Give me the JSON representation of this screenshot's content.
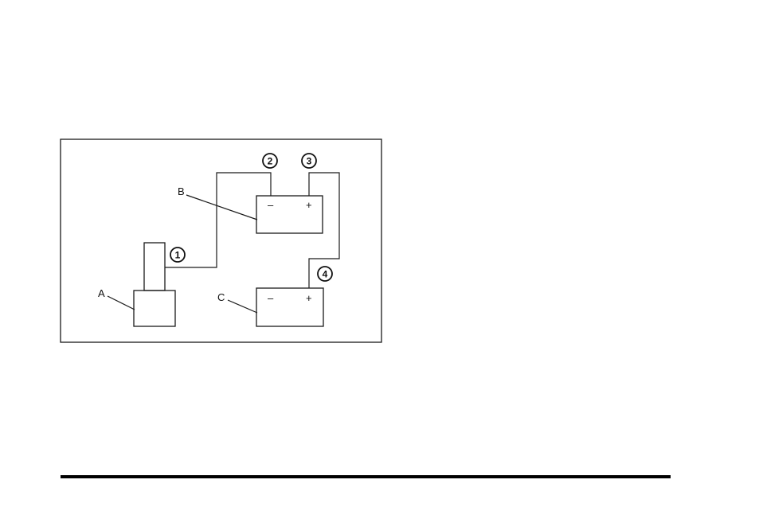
{
  "diagram": {
    "labels": {
      "a": "A",
      "b": "B",
      "c": "C"
    },
    "battery_b": {
      "neg": "–",
      "pos": "+"
    },
    "battery_c": {
      "neg": "–",
      "pos": "+"
    },
    "callouts": {
      "n1": "1",
      "n2": "2",
      "n3": "3",
      "n4": "4"
    }
  },
  "colors": {
    "line": "#1a1a1a",
    "background": "#ffffff",
    "rule": "#000000"
  }
}
